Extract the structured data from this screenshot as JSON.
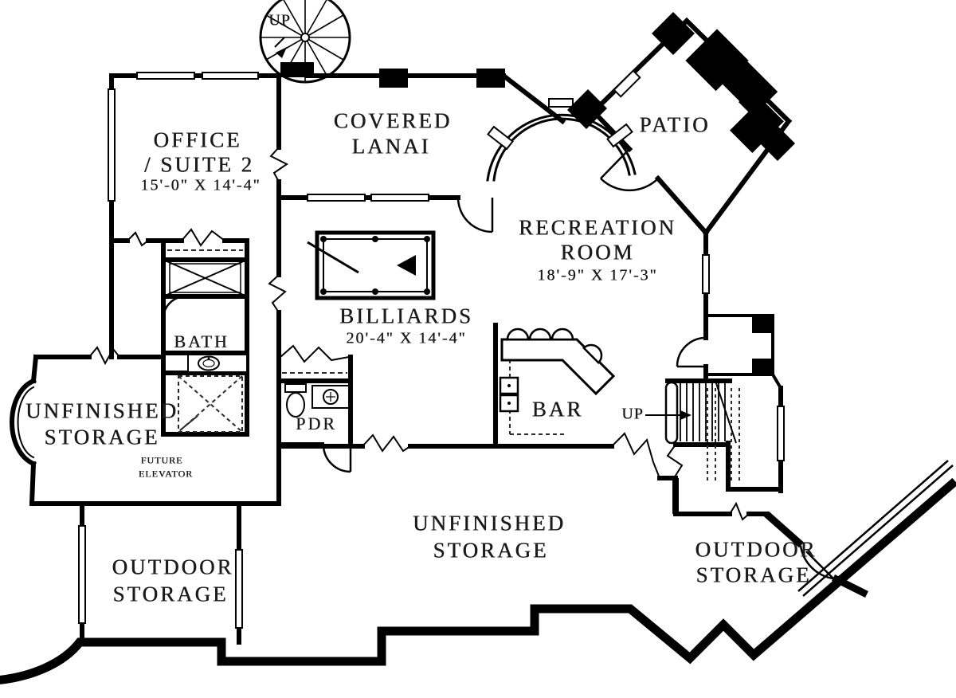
{
  "colors": {
    "wall": "#000000",
    "background": "#ffffff",
    "text": "#1b1b1b"
  },
  "labels": {
    "spiral_up": "UP",
    "stair_up": "UP"
  },
  "rooms": {
    "office": {
      "line1": "OFFICE",
      "line2": "/ SUITE 2",
      "dims": "15'-0\" X 14'-4\""
    },
    "covered_lanai": {
      "line1": "COVERED",
      "line2": "LANAI"
    },
    "patio": {
      "line1": "PATIO"
    },
    "recreation_room": {
      "line1": "RECREATION",
      "line2": "ROOM",
      "dims": "18'-9\" X 17'-3\""
    },
    "billiards": {
      "line1": "BILLIARDS",
      "dims": "20'-4\" X 14'-4\""
    },
    "bath": {
      "line1": "BATH"
    },
    "unfinished_storage_left": {
      "line1": "UNFINISHED",
      "line2": "STORAGE"
    },
    "future_elevator": {
      "line1": "FUTURE",
      "line2": "ELEVATOR"
    },
    "pdr": {
      "line1": "PDR"
    },
    "bar": {
      "line1": "BAR"
    },
    "unfinished_storage_bottom": {
      "line1": "UNFINISHED",
      "line2": "STORAGE"
    },
    "outdoor_storage_left": {
      "line1": "OUTDOOR",
      "line2": "STORAGE"
    },
    "outdoor_storage_right": {
      "line1": "OUTDOOR",
      "line2": "STORAGE"
    }
  }
}
